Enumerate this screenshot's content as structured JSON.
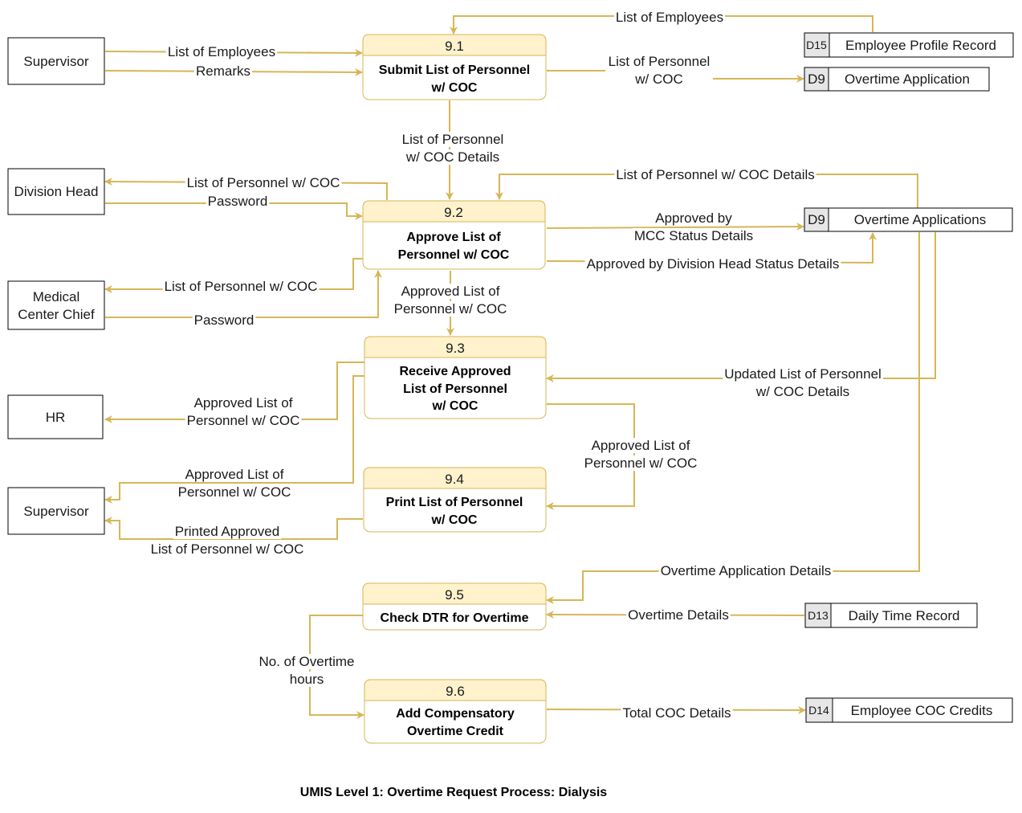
{
  "caption": "UMIS Level 1:  Overtime Request Process: Dialysis",
  "colors": {
    "flow": "#d6b656",
    "process_header": "#fff2cc",
    "store_id_fill": "#e6e6e6"
  },
  "entities": {
    "supervisor_top": "Supervisor",
    "division_head": "Division Head",
    "medical_center_chief": [
      "Medical",
      "Center Chief"
    ],
    "hr": "HR",
    "supervisor_bottom": "Supervisor"
  },
  "processes": {
    "p91": {
      "num": "9.1",
      "title": [
        "Submit List of Personnel",
        "w/ COC"
      ]
    },
    "p92": {
      "num": "9.2",
      "title": [
        "Approve List of",
        "Personnel w/ COC"
      ]
    },
    "p93": {
      "num": "9.3",
      "title": [
        "Receive Approved",
        "List of Personnel",
        "w/ COC"
      ]
    },
    "p94": {
      "num": "9.4",
      "title": [
        "Print List of Personnel",
        "w/ COC"
      ]
    },
    "p95": {
      "num": "9.5",
      "title": [
        "Check DTR for Overtime"
      ]
    },
    "p96": {
      "num": "9.6",
      "title": [
        "Add Compensatory",
        "Overtime Credit"
      ]
    }
  },
  "stores": {
    "d15": {
      "id": "D15",
      "name": "Employee Profile Record"
    },
    "d9a": {
      "id": "D9",
      "name": "Overtime Application"
    },
    "d9b": {
      "id": "D9",
      "name": "Overtime Applications"
    },
    "d13": {
      "id": "D13",
      "name": "Daily Time Record"
    },
    "d14": {
      "id": "D14",
      "name": "Employee COC Credits"
    }
  },
  "flows": {
    "d15_to_91": [
      "List of Employees"
    ],
    "sup_emp": [
      "List of Employees"
    ],
    "sup_remarks": [
      "Remarks"
    ],
    "p91_to_d9": [
      "List of Personnel",
      "w/ COC"
    ],
    "p91_to_92": [
      "List of Personnel",
      "w/ COC Details"
    ],
    "p92_to_dh": [
      "List of Personnel w/ COC"
    ],
    "dh_password": [
      "Password"
    ],
    "d9_to_92": [
      "List of Personnel w/ COC Details"
    ],
    "p92_mcc_status": [
      "Approved by",
      "MCC Status Details"
    ],
    "p92_dh_status": [
      "Approved by Division Head Status Details"
    ],
    "p92_to_mcc": [
      "List of Personnel w/ COC"
    ],
    "mcc_password": [
      "Password"
    ],
    "p92_to_93": [
      "Approved List of",
      "Personnel w/ COC"
    ],
    "d9_to_93": [
      "Updated List of Personnel",
      "w/ COC Details"
    ],
    "p93_to_hr": [
      "Approved List of",
      "Personnel w/ COC"
    ],
    "p93_to_94": [
      "Approved List of",
      "Personnel w/ COC"
    ],
    "p93_to_sup": [
      "Approved List of",
      "Personnel w/ COC"
    ],
    "p94_to_sup": [
      "Printed Approved",
      "List of Personnel w/ COC"
    ],
    "d9_to_95": [
      "Overtime Application Details"
    ],
    "d13_to_95": [
      "Overtime Details"
    ],
    "p95_to_96": [
      "No. of Overtime",
      "hours"
    ],
    "p96_to_d14": [
      "Total COC Details"
    ]
  }
}
